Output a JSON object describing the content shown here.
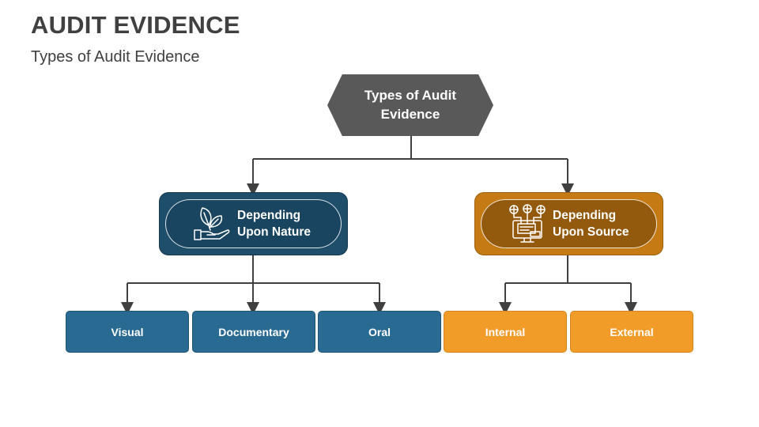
{
  "header": {
    "title": "AUDIT EVIDENCE",
    "subtitle": "Types of Audit Evidence"
  },
  "diagram": {
    "root": {
      "label": "Types of Audit Evidence",
      "color": "#595959"
    },
    "branches": [
      {
        "label": "Depending Upon Nature",
        "icon": "plant-in-hand-icon",
        "color": "#1f4e6b",
        "children": [
          "Visual",
          "Documentary",
          "Oral"
        ],
        "child_color": "#286a92"
      },
      {
        "label": "Depending Upon Source",
        "icon": "network-computer-icon",
        "color": "#c57a13",
        "children": [
          "Internal",
          "External"
        ],
        "child_color": "#f19c29"
      }
    ],
    "connector_color": "#404040"
  }
}
